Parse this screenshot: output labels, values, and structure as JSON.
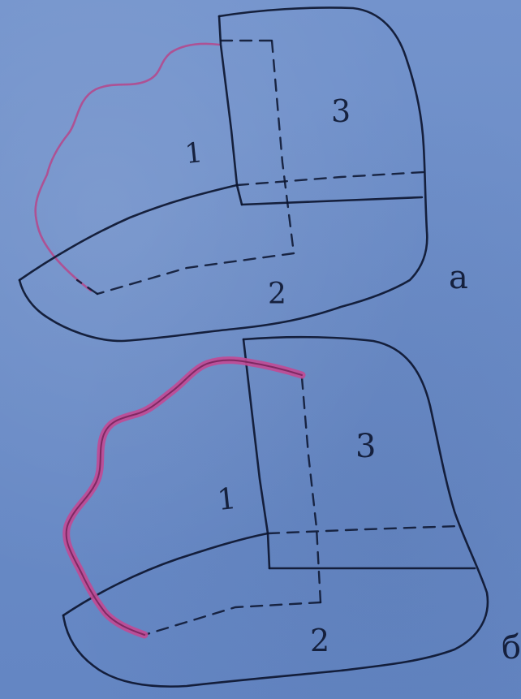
{
  "figure_a": {
    "region_labels": [
      "1",
      "2",
      "3"
    ],
    "panel_label": "a"
  },
  "figure_b": {
    "region_labels": [
      "1",
      "2",
      "3"
    ],
    "panel_label": "б"
  },
  "colors": {
    "background": "#6f8fc8",
    "ink": "#0d1630",
    "highlight": "#c04b95"
  }
}
